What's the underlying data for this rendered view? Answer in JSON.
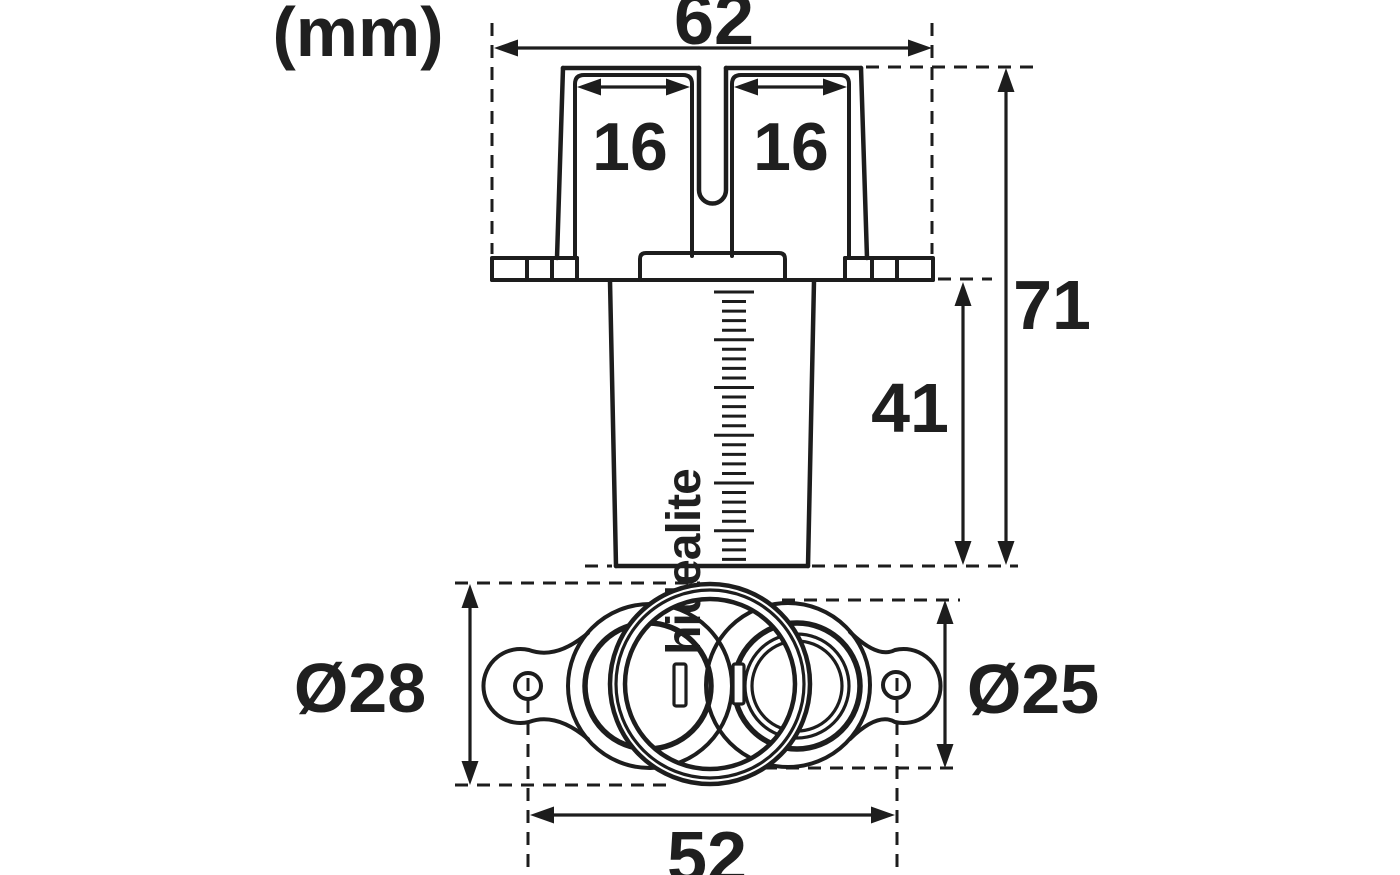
{
  "drawing": {
    "units_label": "(mm)",
    "brand_text": "hidealite"
  },
  "dimensions": {
    "overall_width": "62",
    "slot_left": "16",
    "slot_right": "16",
    "overall_height": "71",
    "stem_depth": "41",
    "ring_diameter": "Ø28",
    "tube_diameter": "Ø25",
    "hole_spacing": "52"
  },
  "colors": {
    "line": "#1d1d1d",
    "text": "#1f1f1f",
    "background": "#ffffff"
  }
}
